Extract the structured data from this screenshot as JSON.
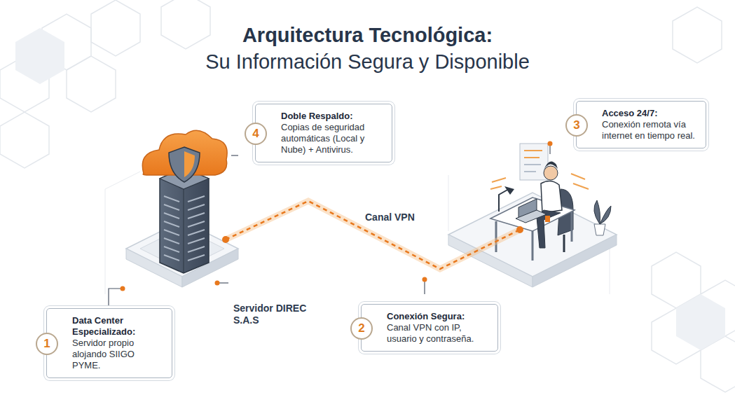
{
  "diagram": {
    "title": "Arquitectura Tecnológica:",
    "nodes": [
      {
        "text": [
          "1",
          "Data Center Especializado:",
          "Servidor propio alojando SIIGO PYME."
        ]
      },
      {
        "text": [
          "2",
          "Conexión Segura:",
          "Canal VPN con IP, usuario y contraseña."
        ]
      },
      {
        "text": [
          "3",
          "Acceso 24/7:",
          "Conexión remota vía internet en tiempo real."
        ]
      },
      {
        "text": [
          "4",
          "Doble Respaldo:",
          "Copias de seguridad automáticas (Local y Nube) + Antivirus."
        ]
      }
    ],
    "labels": [
      "Su Información Segura y Disponible",
      "Canal VPN",
      "Servidor DIREC S.A.S"
    ]
  }
}
